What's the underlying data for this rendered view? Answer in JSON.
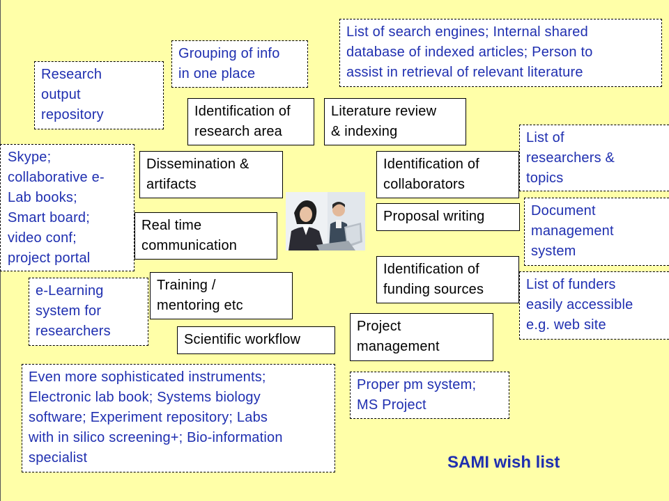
{
  "title": "SAMI wish list",
  "activities": {
    "identification_research_area": "Identification of\nresearch area",
    "literature_review": "Literature review\n& indexing",
    "dissemination": "Dissemination &\nartifacts",
    "identification_collaborators": "Identification of\ncollaborators",
    "proposal_writing": "Proposal writing",
    "real_time_communication": "Real time\ncommunication",
    "identification_funding": "Identification of\nfunding sources",
    "training": "Training /\nmentoring etc",
    "project_management": "Project\nmanagement",
    "scientific_workflow": "Scientific workflow"
  },
  "wishes": {
    "grouping_info": "Grouping of info\nin one place",
    "search_engines": "List of search engines; Internal shared\ndatabase of indexed articles; Person to\nassist in retrieval of relevant literature",
    "research_repository": "Research\noutput\nrepository",
    "researchers_topics": "List of\nresearchers &\ntopics",
    "collab_tools": "Skype;\ncollaborative e-\nLab books;\nSmart board;\nvideo conf;\nproject portal",
    "document_management": "Document\nmanagement\nsystem",
    "funders_list": "List of funders\neasily accessible\ne.g. web site",
    "elearning": "e-Learning\nsystem for\nresearchers",
    "pm_system": "Proper pm system;\nMS Project",
    "instruments": "Even more sophisticated instruments;\nElectronic lab book; Systems biology\nsoftware; Experiment repository; Labs\nwith in silico screening+; Bio-information\nspecialist"
  },
  "colors": {
    "background": "#FFFFA8",
    "wish_text": "#1F2FB0",
    "activity_text": "#000000"
  }
}
